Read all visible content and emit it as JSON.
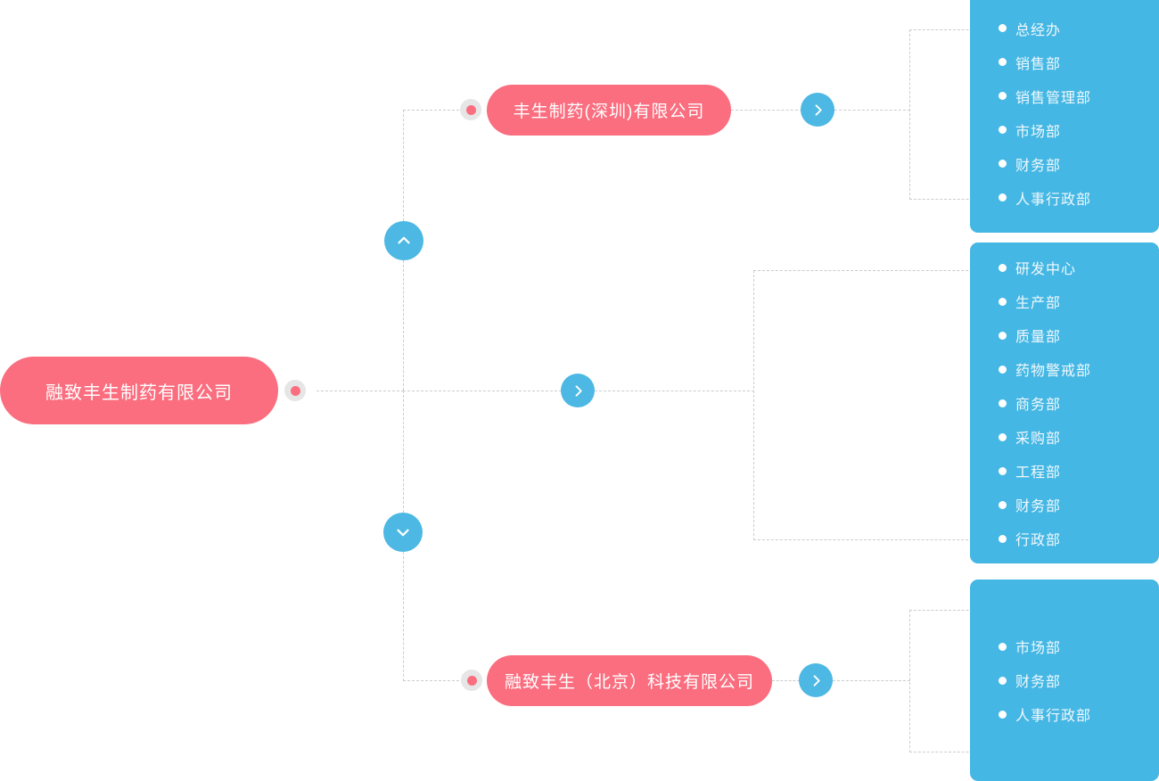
{
  "root": {
    "label": "融致丰生制药有限公司",
    "dot_name": "root-connector-dot"
  },
  "trunk": {
    "collapse_up_icon": "chevron-up-icon",
    "collapse_down_icon": "chevron-down-icon"
  },
  "branches": [
    {
      "id": "branch-shenzhen",
      "label": "丰生制药(深圳)有限公司",
      "has_node": true,
      "expand_icon": "chevron-right-icon",
      "departments": [
        "总经办",
        "销售部",
        "销售管理部",
        "市场部",
        "财务部",
        "人事行政部"
      ]
    },
    {
      "id": "branch-middle",
      "label": "",
      "has_node": false,
      "expand_icon": "chevron-right-icon",
      "departments": [
        "研发中心",
        "生产部",
        "质量部",
        "药物警戒部",
        "商务部",
        "采购部",
        "工程部",
        "财务部",
        "行政部"
      ]
    },
    {
      "id": "branch-beijing",
      "label": "融致丰生（北京）科技有限公司",
      "has_node": true,
      "expand_icon": "chevron-right-icon",
      "departments": [
        "市场部",
        "财务部",
        "人事行政部"
      ]
    }
  ],
  "colors": {
    "node_pink": "#fa6e7f",
    "panel_blue": "#45b7e4",
    "button_blue": "#4cb8e3",
    "line_gray": "#c9ccce",
    "dot_ring": "#e6e6e6"
  }
}
